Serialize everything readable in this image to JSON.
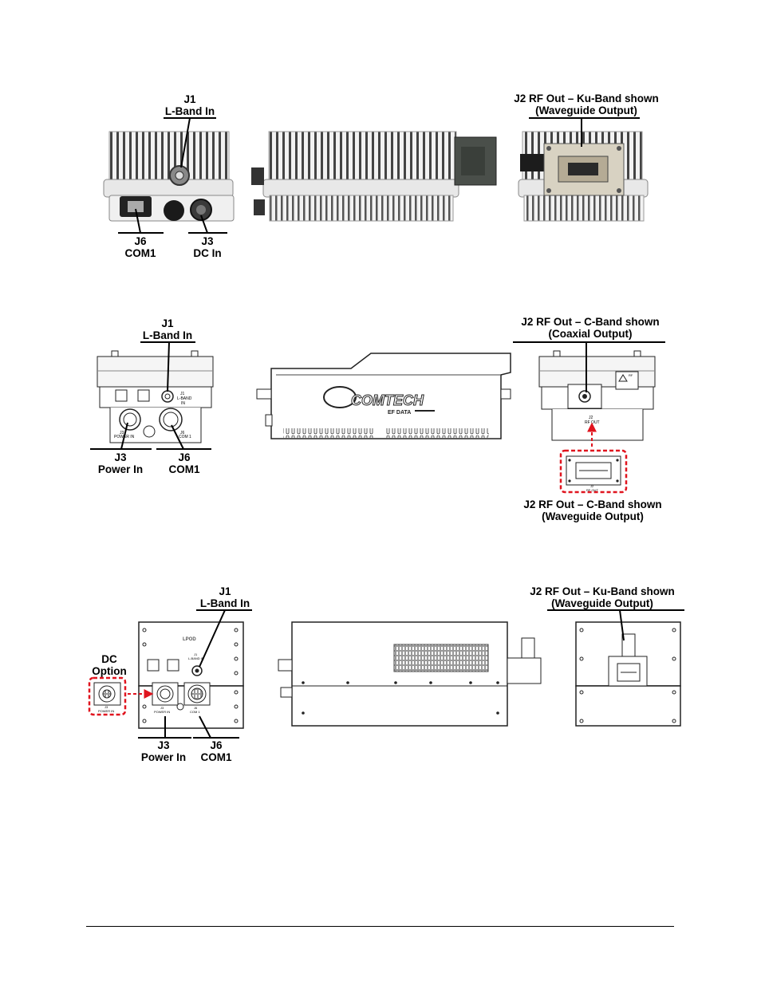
{
  "row1": {
    "j1": {
      "line1": "J1",
      "line2": "L-Band In"
    },
    "j2": {
      "line1": "J2 RF Out – Ku-Band shown",
      "line2": "(Waveguide Output)"
    },
    "j6": {
      "line1": "J6",
      "line2": "COM1"
    },
    "j3": {
      "line1": "J3",
      "line2": "DC In"
    }
  },
  "row2": {
    "j1": {
      "line1": "J1",
      "line2": "L-Band In"
    },
    "j2_coax": {
      "line1": "J2 RF Out – C-Band shown",
      "line2": "(Coaxial Output)"
    },
    "j3": {
      "line1": "J3",
      "line2": "Power In"
    },
    "j6": {
      "line1": "J6",
      "line2": "COM1"
    },
    "j2_wg": {
      "line1": "J2 RF Out – C-Band shown",
      "line2": "(Waveguide Output)"
    },
    "panel": {
      "j1_tag": "J1",
      "lband_tag": "L-BAND",
      "in_tag": "IN",
      "j3_tag": "J3",
      "power_tag": "POWER IN",
      "j6_tag": "J6",
      "com_tag": "COM 1",
      "rf_j2_tag": "J2",
      "rf_out_tag": "RF OUT",
      "wg_j2_tag": "J2",
      "wg_out_tag": "RF OUT",
      "warn_tag": "RF"
    },
    "logo": {
      "brand": "COMTECH",
      "sub": "EF DATA"
    }
  },
  "row3": {
    "j1": {
      "line1": "J1",
      "line2": "L-Band In"
    },
    "j2": {
      "line1": "J2 RF Out – Ku-Band shown",
      "line2": "(Waveguide Output)"
    },
    "dc": {
      "line1": "DC",
      "line2": "Option"
    },
    "j3": {
      "line1": "J3",
      "line2": "Power In"
    },
    "j6": {
      "line1": "J6",
      "line2": "COM1"
    },
    "panel": {
      "model_tag": "LPOD",
      "j1_tag": "J1",
      "lband_tag": "L-BAND IN",
      "j3_tag": "J3",
      "power_tag": "POWER IN",
      "j6_tag": "J6",
      "com_tag": "COM 1",
      "dc_j3_tag": "J3",
      "dc_power_tag": "POWER IN"
    }
  },
  "colors": {
    "callout": "#e0141e",
    "line": "#000000",
    "housing": "#ececec"
  }
}
